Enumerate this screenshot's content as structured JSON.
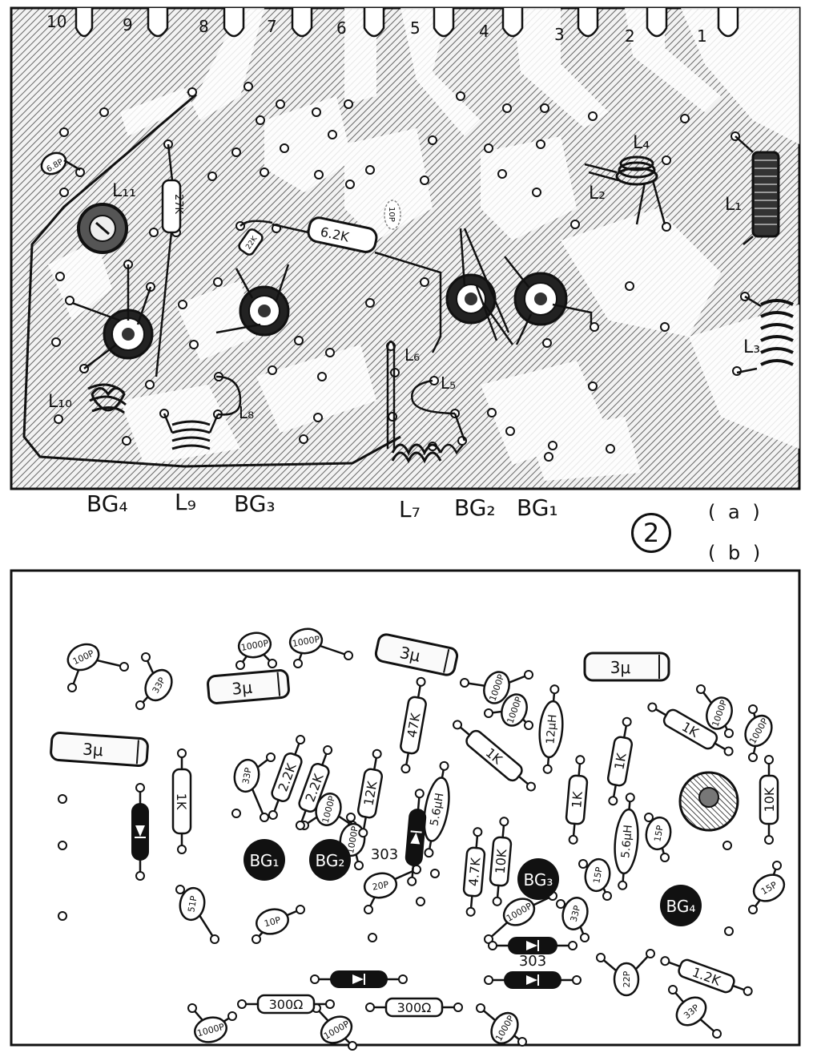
{
  "figure": {
    "number": "2",
    "sub_a": "( a )",
    "sub_b": "( b )"
  },
  "panel_a": {
    "pin_numbers": [
      "10",
      "9",
      "8",
      "7",
      "6",
      "5",
      "4",
      "3",
      "2",
      "1"
    ],
    "component_labels": {
      "c_68p": "6.8P",
      "L11": "L₁₁",
      "r_27k": "27K",
      "r_22k_small": "22K",
      "r_62k": "6.2K",
      "c_10p": "10P",
      "L4": "L₄",
      "L2": "L₂",
      "L1": "L₁",
      "L3": "L₃",
      "L6": "L₆",
      "L5": "L₅",
      "L8": "L₈",
      "L10": "L₁₀"
    },
    "bottom_labels": [
      "BG₄",
      "L₉",
      "BG₃",
      "L₇",
      "BG₂",
      "BG₁"
    ]
  },
  "panel_b": {
    "capacitors": [
      "100P",
      "33P",
      "1000P",
      "1000P",
      "1000P",
      "1000P",
      "33P",
      "1000P",
      "1000P",
      "20P",
      "51P",
      "10P",
      "1000P",
      "33P",
      "15P",
      "15P",
      "1000P",
      "15P",
      "22P",
      "33P",
      "1000P",
      "1000P",
      "1000P",
      "1000P"
    ],
    "electrolytics": [
      "3μ",
      "3μ",
      "3μ",
      "3μ"
    ],
    "resistors": [
      "1K",
      "2.2K",
      "2.2K",
      "12K",
      "47K",
      "1K",
      "1K",
      "1K",
      "10K",
      "4.7K",
      "10K",
      "1.2K",
      "300Ω",
      "300Ω",
      "1K"
    ],
    "inductors": [
      "12μH",
      "5.6μH",
      "5.6μH"
    ],
    "diode_labels": [
      "303",
      "303"
    ],
    "transistors": [
      "BG₁",
      "BG₂",
      "BG₃",
      "BG₄"
    ]
  }
}
